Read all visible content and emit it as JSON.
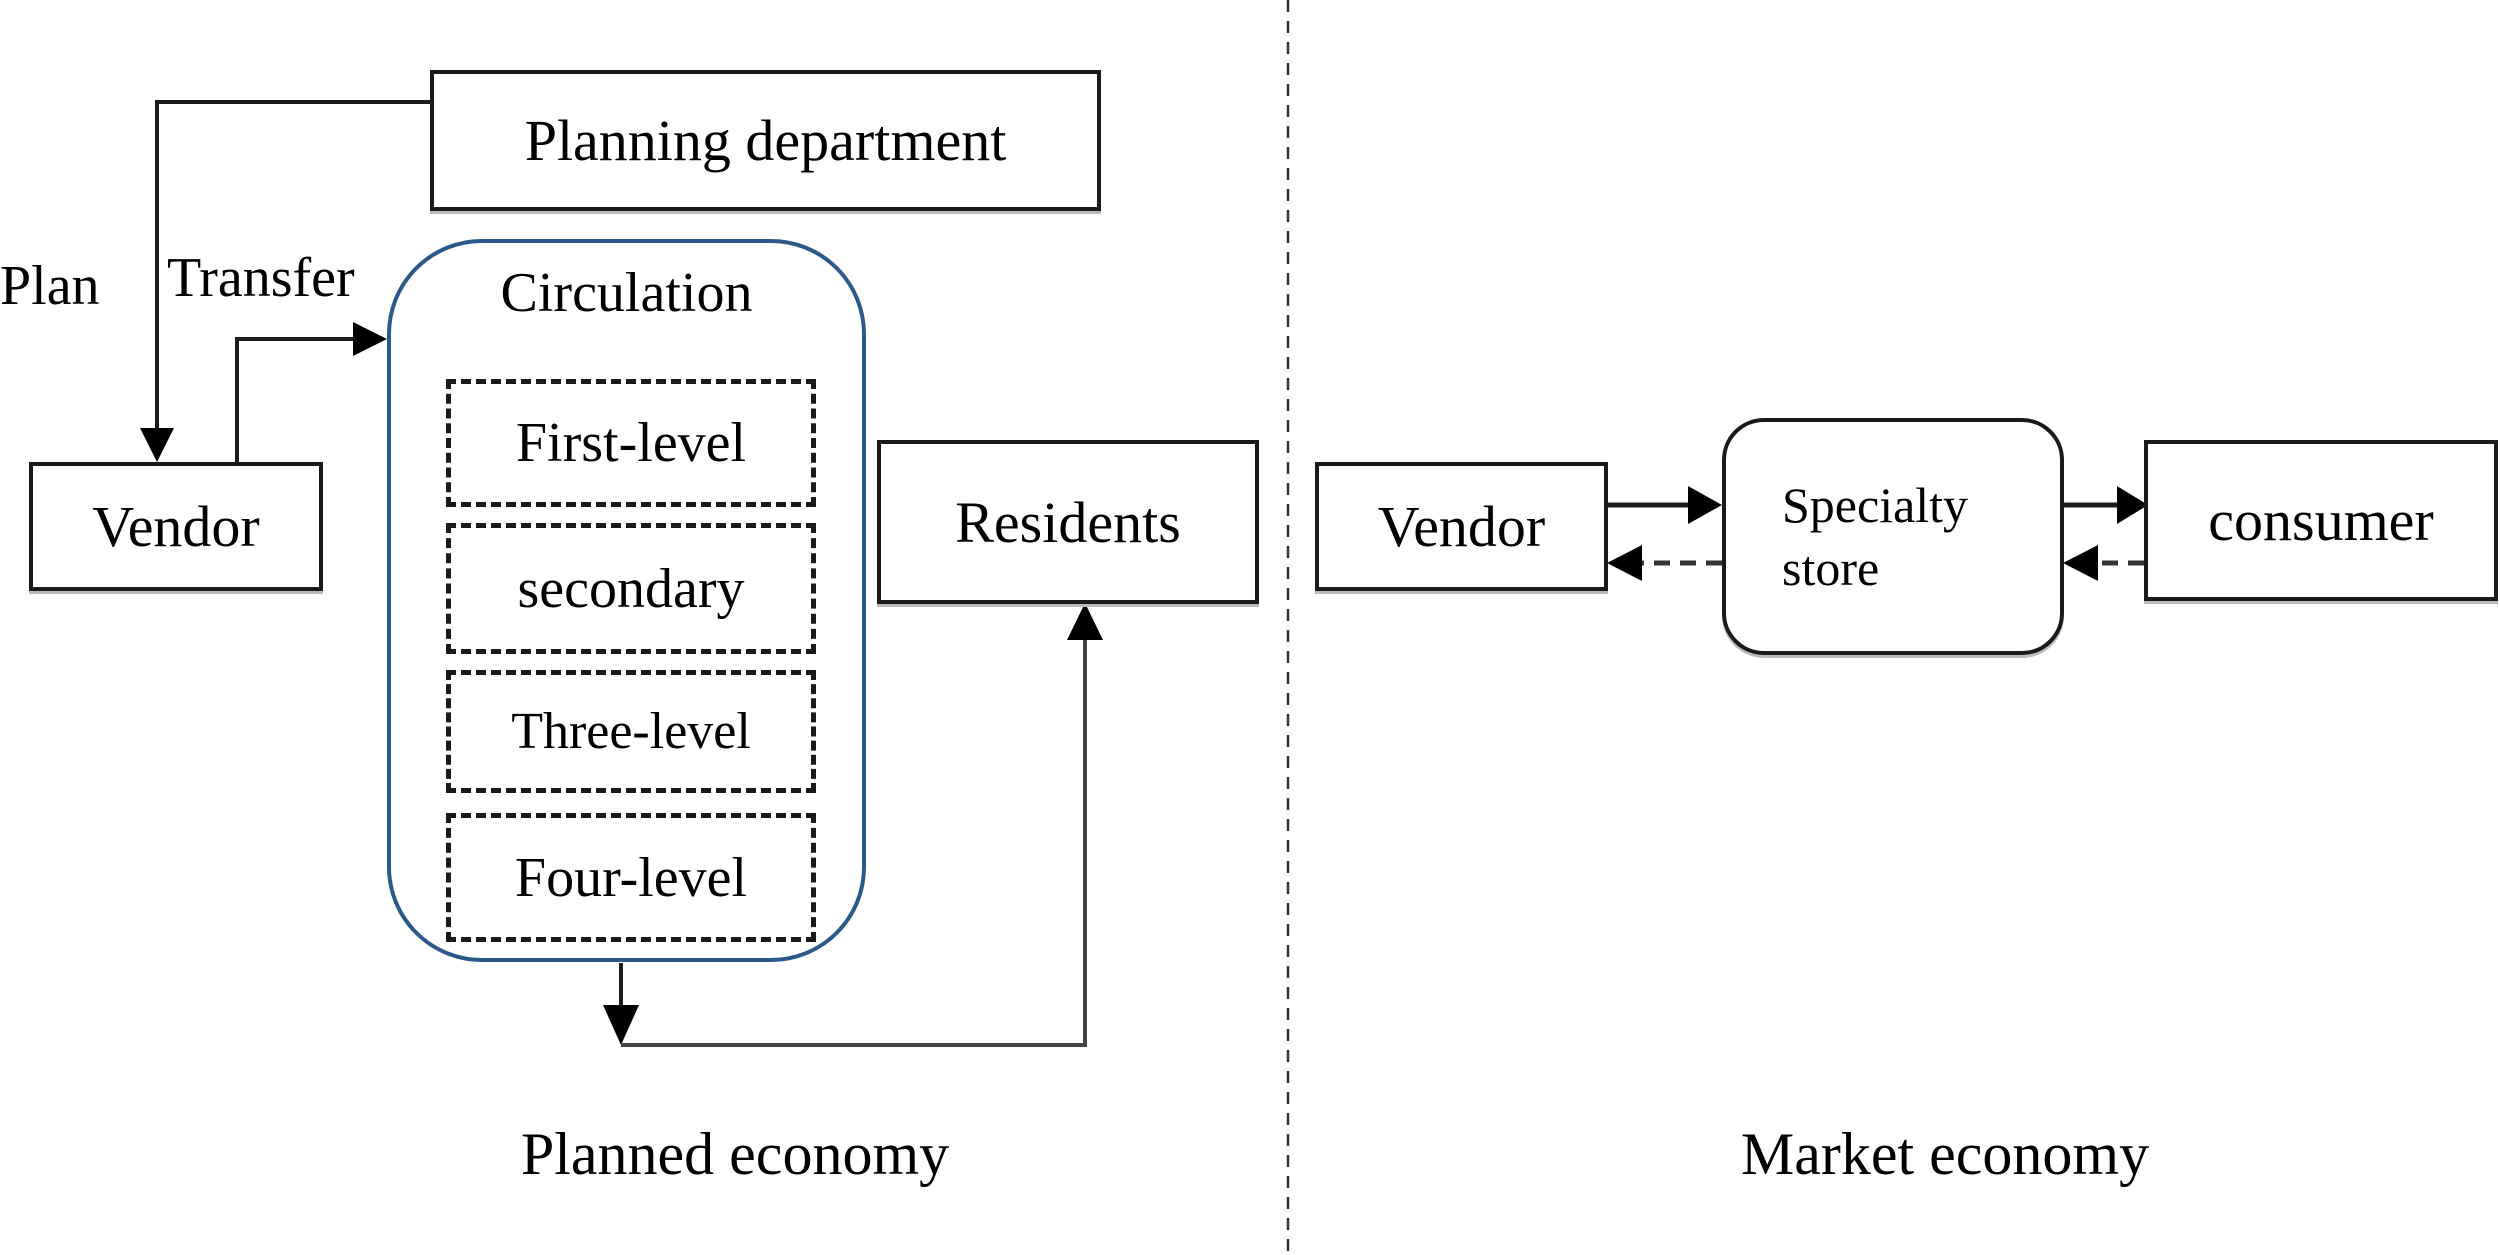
{
  "planned": {
    "section_label": "Planned economy",
    "planning_department": "Planning department",
    "plan_label": "Plan",
    "transfer_label": "Transfer",
    "vendor": "Vendor",
    "circulation": {
      "title": "Circulation",
      "levels": [
        "First-level",
        "secondary",
        "Three-level",
        "Four-level"
      ]
    },
    "residents": "Residents"
  },
  "market": {
    "section_label": "Market economy",
    "vendor": "Vendor",
    "specialty_store": "Specialty store",
    "consumer": "consumer"
  },
  "colors": {
    "circulation_border": "#2b5a8a",
    "line": "#1a1a1a"
  }
}
